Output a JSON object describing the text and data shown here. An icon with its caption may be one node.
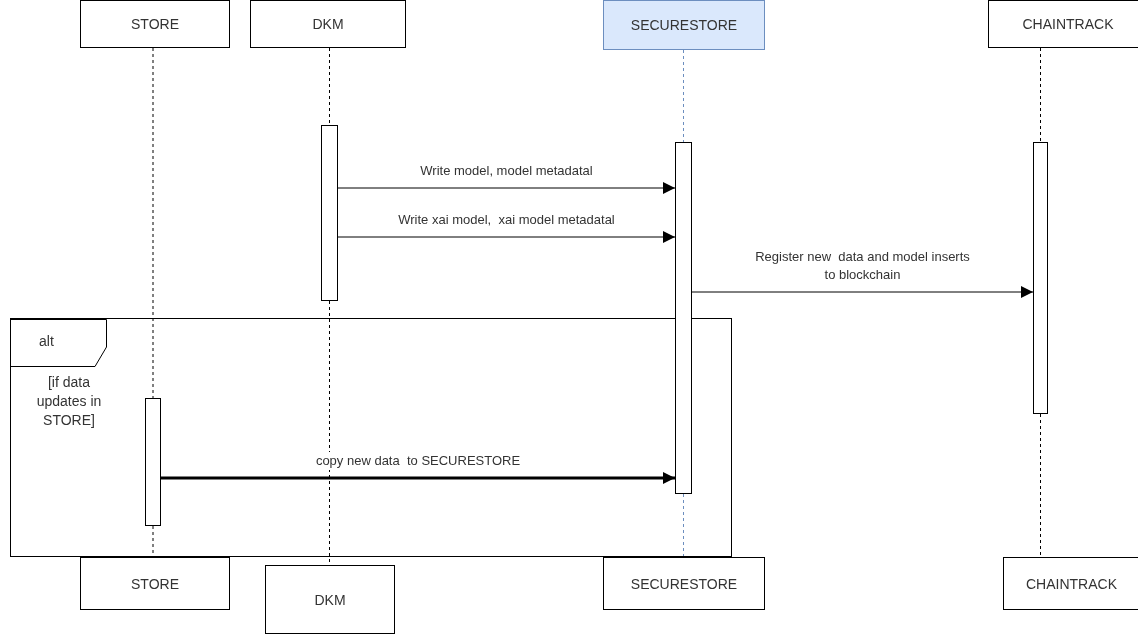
{
  "diagram": {
    "nodes": [
      {
        "text": [
          "STORE"
        ]
      },
      {
        "text": [
          "DKM"
        ]
      },
      {
        "text": [
          "SECURESTORE"
        ]
      },
      {
        "text": [
          "CHAINTRACK"
        ]
      },
      {
        "text": [],
        "shape": "bar"
      },
      {
        "text": [],
        "shape": "bar"
      },
      {
        "text": [],
        "shape": "bar"
      },
      {
        "text": [
          "alt",
          "[if data updates in STORE]"
        ]
      },
      {
        "text": [],
        "shape": "bar",
        "in": 7
      },
      {
        "text": [
          "STORE"
        ]
      },
      {
        "text": [
          "DKM"
        ]
      },
      {
        "text": [
          "SECURESTORE"
        ]
      },
      {
        "text": [
          "CHAINTRACK"
        ]
      }
    ],
    "edges": [
      {
        "from": 0,
        "to": 8,
        "arrow": "none",
        "style": "dashed"
      },
      {
        "from": 8,
        "to": 9,
        "arrow": "none",
        "style": "dashed"
      },
      {
        "from": 1,
        "to": 4,
        "arrow": "none",
        "style": "dashed"
      },
      {
        "from": 4,
        "to": 10,
        "arrow": "none",
        "style": "dashed"
      },
      {
        "from": 2,
        "to": 5,
        "arrow": "none",
        "style": "dashed",
        "color": "#6c8ebf"
      },
      {
        "from": 5,
        "to": 11,
        "arrow": "none",
        "style": "dashed",
        "color": "#6c8ebf"
      },
      {
        "from": 3,
        "to": 6,
        "arrow": "none",
        "style": "dashed"
      },
      {
        "from": 6,
        "to": 12,
        "arrow": "none",
        "style": "dashed"
      },
      {
        "from": 4,
        "to": 5,
        "arrow": "to",
        "label": "Write model, model metadatal"
      },
      {
        "from": 4,
        "to": 5,
        "arrow": "to",
        "label": "Write xai model,  xai model metadatal"
      },
      {
        "from": 5,
        "to": 6,
        "arrow": "to",
        "label": "Register new  data and model inserts to blockchain"
      },
      {
        "from": 8,
        "to": 5,
        "arrow": "to",
        "style": "thick",
        "label": "copy new data  to SECURESTORE"
      }
    ]
  }
}
